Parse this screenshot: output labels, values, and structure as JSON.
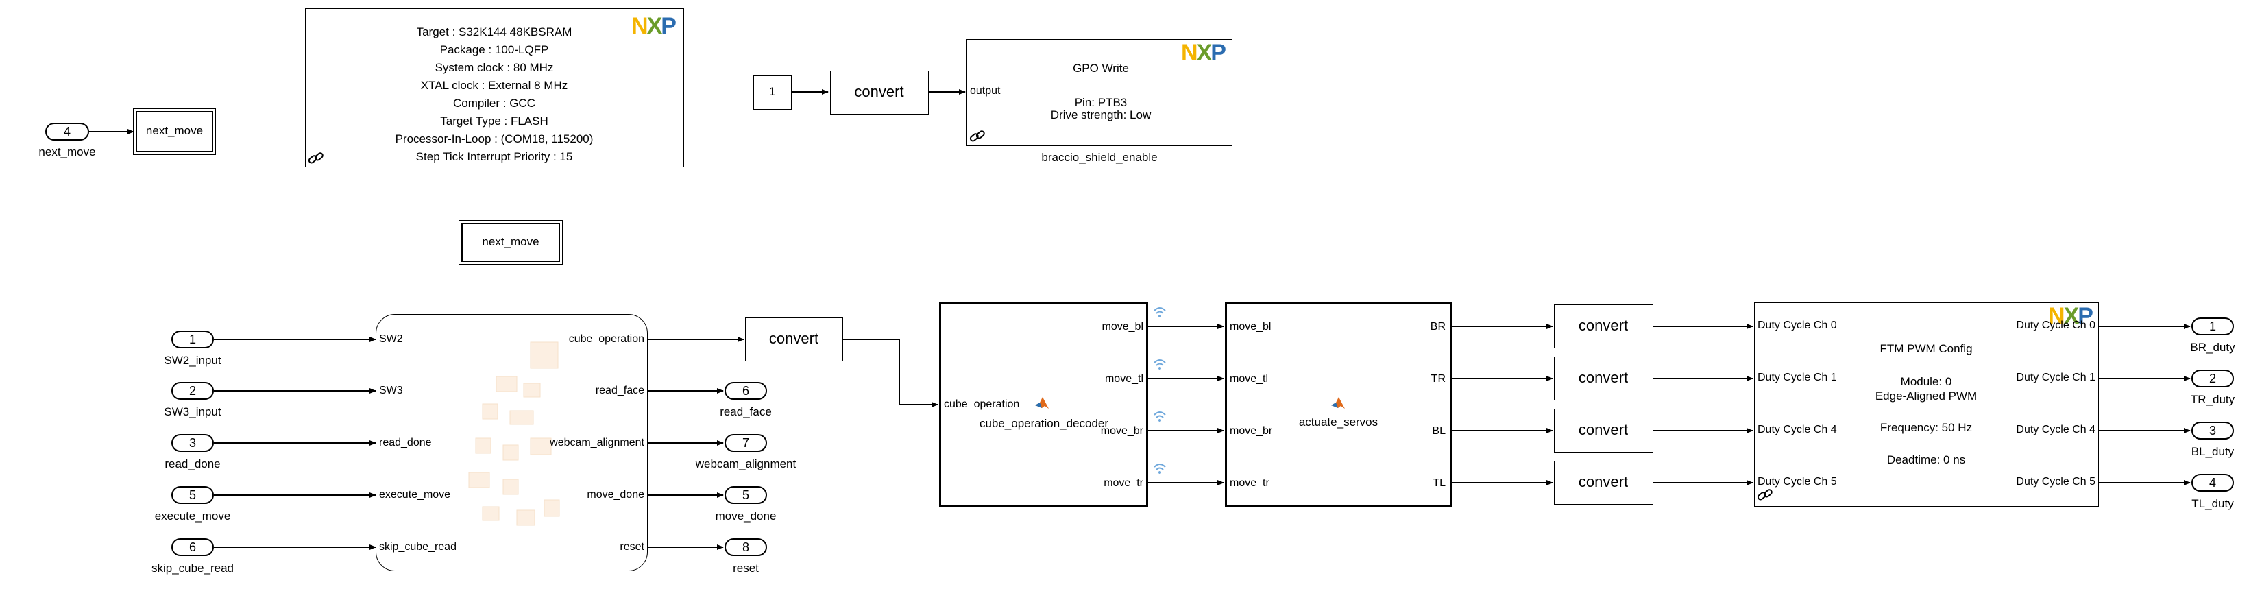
{
  "ports": {
    "next_move_in": {
      "num": "4",
      "name": "next_move"
    },
    "sw2": {
      "num": "1",
      "name": "SW2_input"
    },
    "sw3": {
      "num": "2",
      "name": "SW3_input"
    },
    "read_done_in": {
      "num": "3",
      "name": "read_done"
    },
    "execute_move": {
      "num": "5",
      "name": "execute_move"
    },
    "skip_cube_read": {
      "num": "6",
      "name": "skip_cube_read"
    },
    "read_face": {
      "num": "6",
      "name": "read_face"
    },
    "webcam_alignment": {
      "num": "7",
      "name": "webcam_alignment"
    },
    "move_done": {
      "num": "5",
      "name": "move_done"
    },
    "reset": {
      "num": "8",
      "name": "reset"
    },
    "br_duty": {
      "num": "1",
      "name": "BR_duty"
    },
    "tr_duty": {
      "num": "2",
      "name": "TR_duty"
    },
    "bl_duty": {
      "num": "3",
      "name": "BL_duty"
    },
    "tl_duty": {
      "num": "4",
      "name": "TL_duty"
    }
  },
  "goto_next_move": "next_move",
  "from_next_move": "next_move",
  "config_block": {
    "lines": [
      "Target : S32K144 48KBSRAM",
      "Package : 100-LQFP",
      "System clock : 80 MHz",
      "XTAL clock : External 8 MHz",
      "Compiler : GCC",
      "Target Type : FLASH",
      "Processor-In-Loop : (COM18, 115200)",
      "Step Tick Interrupt Priority : 15"
    ]
  },
  "constant_value": "1",
  "convert_label": "convert",
  "gpo_block": {
    "input": "output",
    "title": "GPO Write",
    "pin": "Pin: PTB3",
    "drive": "Drive strength: Low",
    "caption": "braccio_shield_enable"
  },
  "chart_block": {
    "inputs": [
      "SW2",
      "SW3",
      "read_done",
      "execute_move",
      "skip_cube_read"
    ],
    "outputs": [
      "cube_operation",
      "read_face",
      "webcam_alignment",
      "move_done",
      "reset"
    ]
  },
  "decoder_block": {
    "input": "cube_operation",
    "name": "cube_operation_decoder",
    "outputs": [
      "move_bl",
      "move_tl",
      "move_br",
      "move_tr"
    ]
  },
  "servos_block": {
    "inputs": [
      "move_bl",
      "move_tl",
      "move_br",
      "move_tr"
    ],
    "name": "actuate_servos",
    "outputs": [
      "BR",
      "TR",
      "BL",
      "TL"
    ]
  },
  "pwm_block": {
    "inputs": [
      "Duty Cycle Ch 0",
      "Duty Cycle Ch 1",
      "Duty Cycle Ch 4",
      "Duty Cycle Ch 5"
    ],
    "outputs": [
      "Duty Cycle Ch 0",
      "Duty Cycle Ch 1",
      "Duty Cycle Ch 4",
      "Duty Cycle Ch 5"
    ],
    "title": "FTM PWM Config",
    "module": "Module: 0",
    "mode": "Edge-Aligned PWM",
    "freq": "Frequency: 50 Hz",
    "deadtime": "Deadtime: 0 ns"
  },
  "logo_text": {
    "n": "N",
    "x": "X",
    "p": "P"
  }
}
